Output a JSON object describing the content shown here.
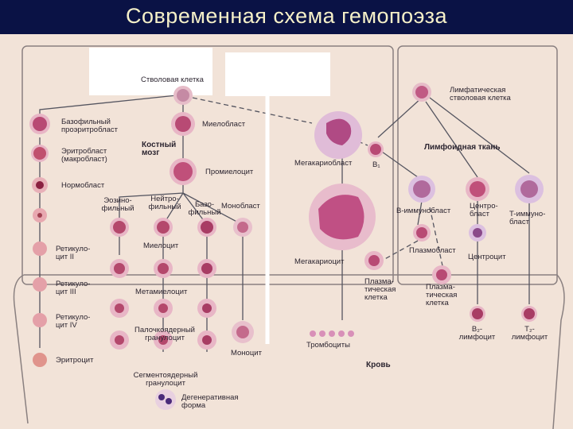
{
  "title": "Современная схема гемопоэза",
  "regions": {
    "bone_marrow": "Костный мозг",
    "lymphoid": "Лимфоидная ткань",
    "blood": "Кровь"
  },
  "cells": {
    "stem": "Стволовая клетка",
    "lymph_stem": "Лимфатическая стволовая клетка",
    "baso_precursor": "Базофильный проэритробласт",
    "erythroblast": "Эритробласт (макробласт)",
    "normoblast": "Нормобласт",
    "retic1": "Ретикуло- цит II",
    "retic2": "Ретикуло- цит III",
    "retic3": "Ретикуло- цит IV",
    "erythrocyte": "Эритроцит",
    "myeloblast": "Миелобласт",
    "promyelocyte": "Промиелоцит",
    "eosino": "Эозино- фильный",
    "neutro": "Нейтро- фильный",
    "baso": "Базо- фильный",
    "monoblast": "Монобласт",
    "myelocyte": "Миелоцит",
    "metamyelocyte": "Метамиелоцит",
    "band": "Палочкоядерный гранулоцит",
    "segmented": "Сегментоядерный гранулоцит",
    "degenerative": "Дегенеративная форма",
    "monocyte": "Моноцит",
    "megakaryoblast": "Мегакариобласт",
    "megakaryocyte": "Мегакариоцит",
    "thrombocytes": "Тромбоциты",
    "b1": "B₁",
    "b_immunoblast": "B-иммунобласт",
    "centroblast": "Центро- бласт",
    "t_immunoblast": "T-иммуно- бласт",
    "plasmoblast": "Плазмобласт",
    "centrocyte": "Центроцит",
    "plasma1": "Плазма- тическая клетка",
    "plasma2": "Плазма- тическая клетка",
    "b2": "B₂- лимфоцит",
    "t2": "T₂- лимфоцит"
  },
  "colors": {
    "title_bg": "#0a1245",
    "title_text": "#f5f0c8",
    "panel_bg": "#f2e3d8",
    "cell_body": "#e9b4c4",
    "cell_nucleus": "#b43c6c",
    "erythrocyte": "#e0948c",
    "line": "#555560"
  }
}
